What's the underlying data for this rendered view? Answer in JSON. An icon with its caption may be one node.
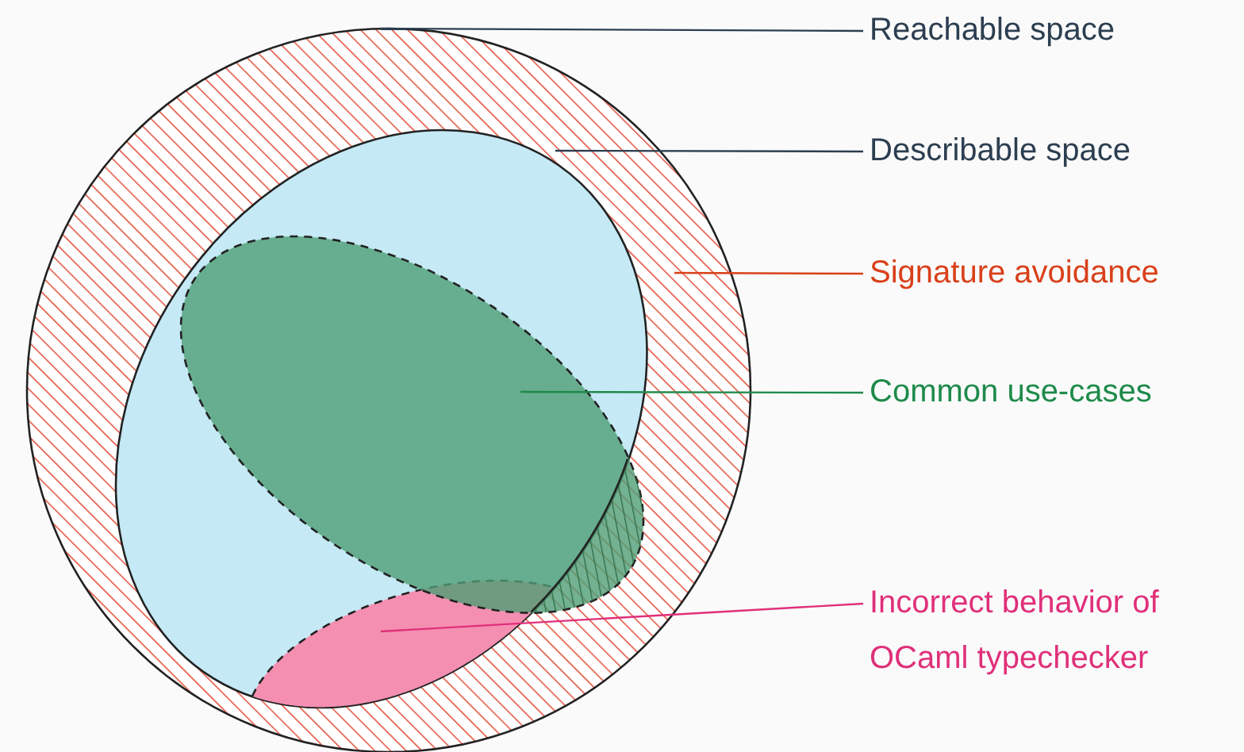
{
  "diagram": {
    "nodes": [
      {
        "text": [
          "Reachable space"
        ]
      },
      {
        "text": [
          "Describable space"
        ]
      },
      {
        "text": [
          "Signature avoidance"
        ]
      },
      {
        "text": [
          "Common use-cases"
        ]
      },
      {
        "text": [
          "Incorrect behavior of OCaml typechecker"
        ]
      },
      {
        "text": [],
        "shape": "circle"
      },
      {
        "text": [],
        "shape": "ellipse",
        "in": 5
      },
      {
        "text": [],
        "shape": "ellipse",
        "in": 6
      },
      {
        "text": [],
        "shape": "ellipse",
        "in": 6
      }
    ],
    "edges": [
      {
        "from": 0,
        "to": 5,
        "arrow": "none"
      },
      {
        "from": 1,
        "to": 6,
        "arrow": "none"
      },
      {
        "from": 2,
        "to": 5,
        "arrow": "none",
        "color": "#d9401a"
      },
      {
        "from": 3,
        "to": 7,
        "arrow": "none",
        "color": "#1e8a4a"
      },
      {
        "from": 4,
        "to": 8,
        "arrow": "none",
        "color": "#e0307a"
      }
    ]
  }
}
